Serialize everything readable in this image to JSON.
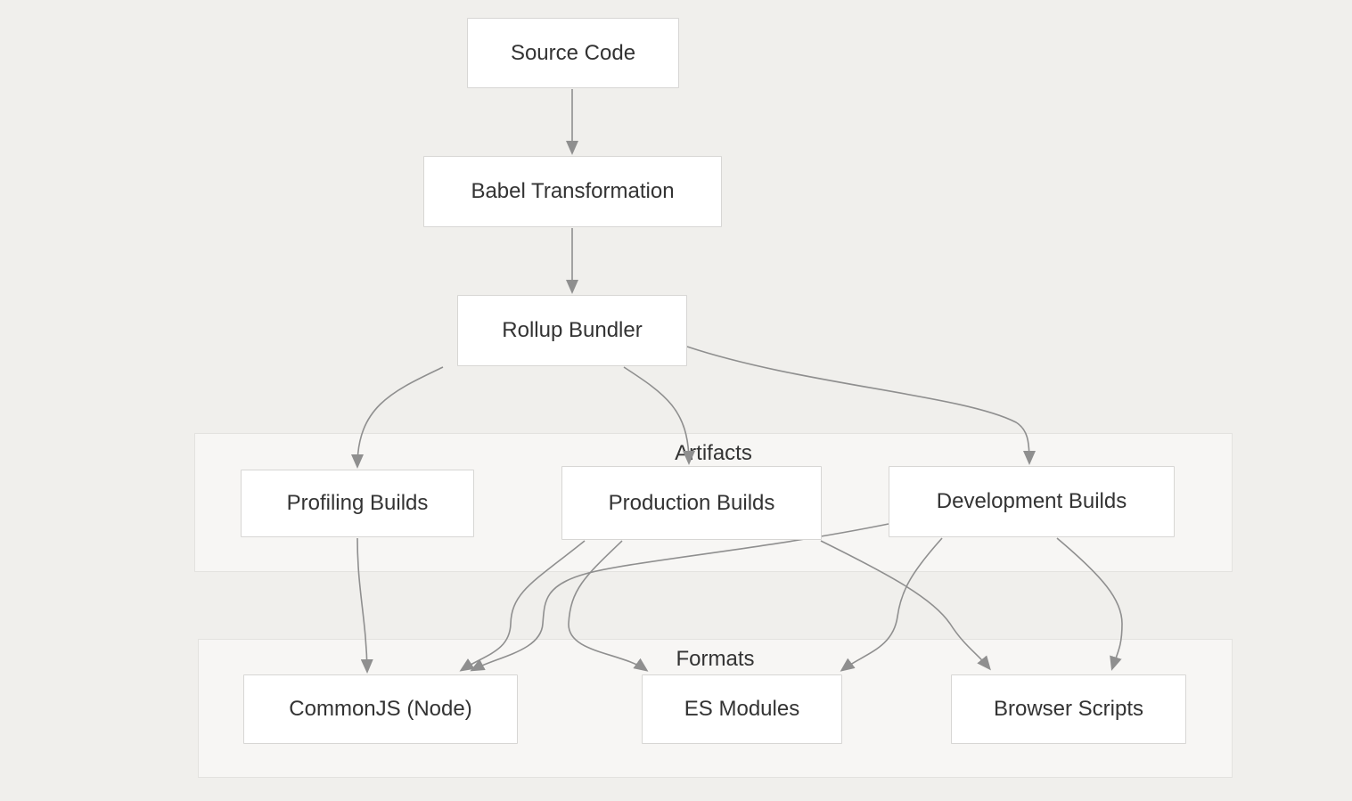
{
  "diagram": {
    "type": "flowchart",
    "nodes": {
      "source": {
        "label": "Source Code"
      },
      "babel": {
        "label": "Babel Transformation"
      },
      "rollup": {
        "label": "Rollup Bundler"
      },
      "profiling": {
        "label": "Profiling Builds"
      },
      "production": {
        "label": "Production Builds"
      },
      "development": {
        "label": "Development Builds"
      },
      "commonjs": {
        "label": "CommonJS (Node)"
      },
      "esmodules": {
        "label": "ES Modules"
      },
      "browserscripts": {
        "label": "Browser Scripts"
      }
    },
    "groups": {
      "artifacts": {
        "label": "Artifacts"
      },
      "formats": {
        "label": "Formats"
      }
    },
    "edges": [
      {
        "from": "source",
        "to": "babel"
      },
      {
        "from": "babel",
        "to": "rollup"
      },
      {
        "from": "rollup",
        "to": "profiling"
      },
      {
        "from": "rollup",
        "to": "production"
      },
      {
        "from": "rollup",
        "to": "development"
      },
      {
        "from": "profiling",
        "to": "commonjs"
      },
      {
        "from": "production",
        "to": "commonjs"
      },
      {
        "from": "production",
        "to": "esmodules"
      },
      {
        "from": "production",
        "to": "browserscripts"
      },
      {
        "from": "development",
        "to": "commonjs"
      },
      {
        "from": "development",
        "to": "esmodules"
      },
      {
        "from": "development",
        "to": "browserscripts"
      }
    ],
    "colors": {
      "background": "#f0efec",
      "group_fill": "#f7f6f4",
      "group_border": "#e3e2df",
      "node_fill": "#ffffff",
      "node_border": "#d7d6d4",
      "text": "#333333",
      "edge": "#8f8f8f"
    }
  }
}
